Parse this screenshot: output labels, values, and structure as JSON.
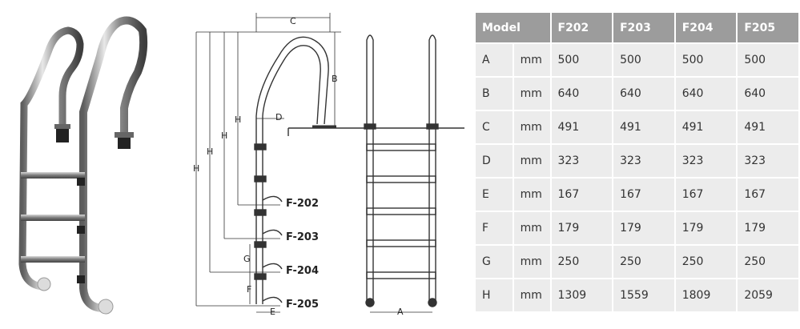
{
  "drawing": {
    "dims": [
      "C",
      "B",
      "D",
      "H",
      "H",
      "H",
      "H",
      "G",
      "F",
      "E",
      "A"
    ],
    "models": [
      "F-202",
      "F-203",
      "F-204",
      "F-205"
    ]
  },
  "table": {
    "headers": [
      "Model",
      "F202",
      "F203",
      "F204",
      "F205"
    ],
    "rows": [
      {
        "param": "A",
        "unit": "mm",
        "values": [
          "500",
          "500",
          "500",
          "500"
        ]
      },
      {
        "param": "B",
        "unit": "mm",
        "values": [
          "640",
          "640",
          "640",
          "640"
        ]
      },
      {
        "param": "C",
        "unit": "mm",
        "values": [
          "491",
          "491",
          "491",
          "491"
        ]
      },
      {
        "param": "D",
        "unit": "mm",
        "values": [
          "323",
          "323",
          "323",
          "323"
        ]
      },
      {
        "param": "E",
        "unit": "mm",
        "values": [
          "167",
          "167",
          "167",
          "167"
        ]
      },
      {
        "param": "F",
        "unit": "mm",
        "values": [
          "179",
          "179",
          "179",
          "179"
        ]
      },
      {
        "param": "G",
        "unit": "mm",
        "values": [
          "250",
          "250",
          "250",
          "250"
        ]
      },
      {
        "param": "H",
        "unit": "mm",
        "values": [
          "1309",
          "1559",
          "1809",
          "2059"
        ]
      }
    ]
  }
}
